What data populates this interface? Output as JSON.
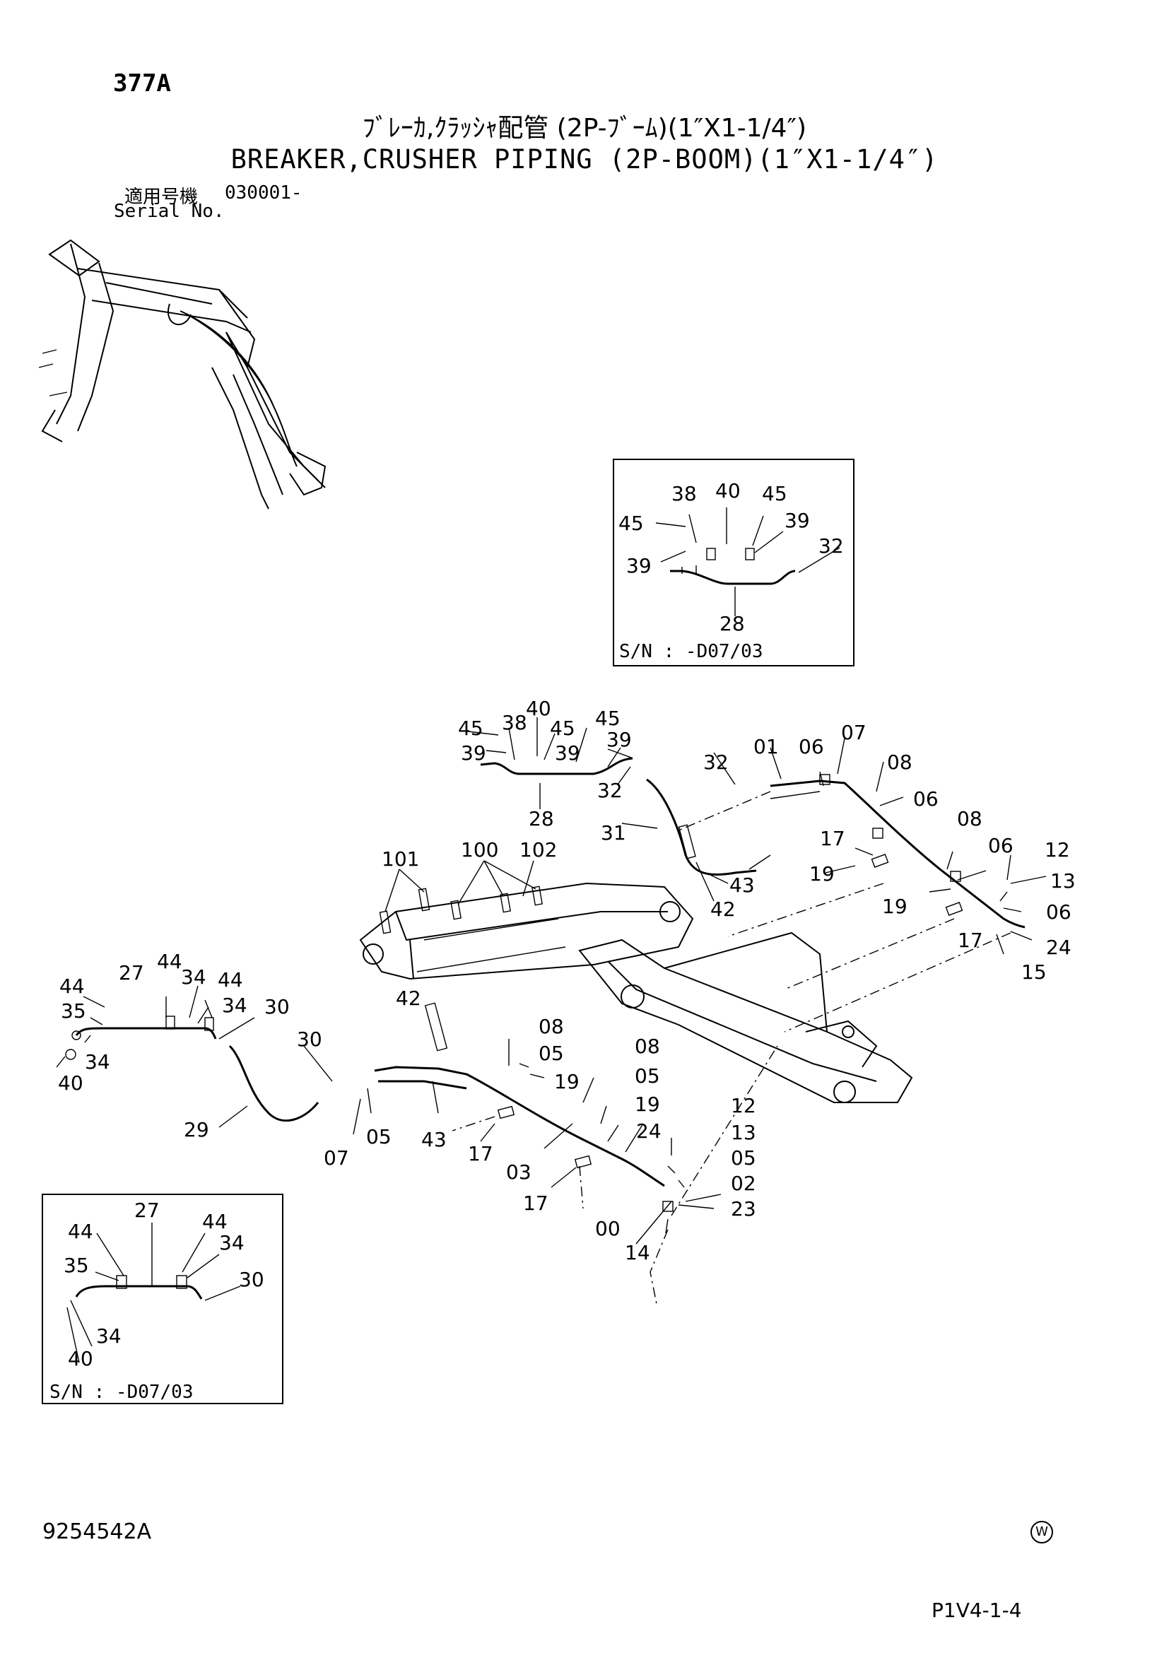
{
  "header": {
    "page_code": "377A",
    "title_jp": "ﾌﾞﾚｰｶ,ｸﾗｯｼｬ配管 (2P-ﾌﾞｰﾑ)(1″X1-1/4″)",
    "title_en": "BREAKER,CRUSHER PIPING (2P-BOOM)(1″X1-1/4″)",
    "serial_label_jp": "適用号機",
    "serial_value": "030001-",
    "serial_label_en": "Serial No."
  },
  "footer": {
    "doc_id": "9254542A",
    "maker_mark": "W",
    "page_ref": "P1V4-1-4"
  },
  "inset_top": {
    "serial_note": "S/N : -D07/03",
    "callouts": [
      "38",
      "40",
      "45",
      "45",
      "39",
      "39",
      "32",
      "28"
    ]
  },
  "inset_bottom": {
    "serial_note": "S/N : -D07/03",
    "callouts": [
      "27",
      "44",
      "44",
      "34",
      "35",
      "30",
      "34",
      "40"
    ]
  },
  "main_callouts": {
    "upper_pipe": [
      "45",
      "38",
      "40",
      "45",
      "45",
      "39",
      "39",
      "39",
      "32",
      "28",
      "32",
      "01",
      "06",
      "07",
      "31"
    ],
    "right_run": [
      "08",
      "06",
      "08",
      "06",
      "12",
      "17",
      "19",
      "13",
      "19",
      "06",
      "17",
      "24",
      "15"
    ],
    "boom_brackets": [
      "101",
      "100",
      "102",
      "43",
      "42"
    ],
    "left_pipe": [
      "44",
      "27",
      "44",
      "34",
      "44",
      "35",
      "34",
      "30",
      "34",
      "40",
      "30",
      "29"
    ],
    "lower_run": [
      "42",
      "08",
      "05",
      "19",
      "08",
      "05",
      "19",
      "07",
      "05",
      "43",
      "17",
      "03",
      "24",
      "12",
      "13",
      "05",
      "02",
      "17",
      "00",
      "23",
      "14"
    ]
  }
}
